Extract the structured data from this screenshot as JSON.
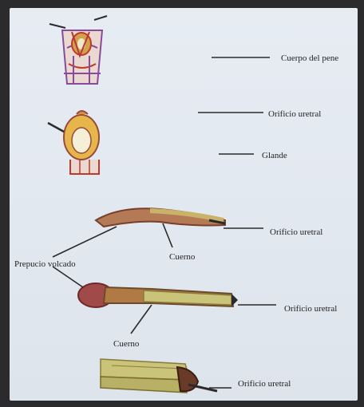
{
  "labels": {
    "cuerpo_pene": "Cuerpo del pene",
    "orificio_1": "Orificio uretral",
    "glande": "Glande",
    "orificio_2": "Orificio uretral",
    "cuerno_1": "Cuerno",
    "prepucio": "Prepucio volcado",
    "orificio_3": "Orificio uretral",
    "cuerno_2": "Cuerno",
    "orificio_4": "Orificio uretral"
  },
  "colors": {
    "page": "#e5eaf2",
    "line": "#2a2a2a",
    "tan": "#c9b36a",
    "rust": "#9a4a3c",
    "purple": "#8a4b9c",
    "red": "#c0392b"
  }
}
